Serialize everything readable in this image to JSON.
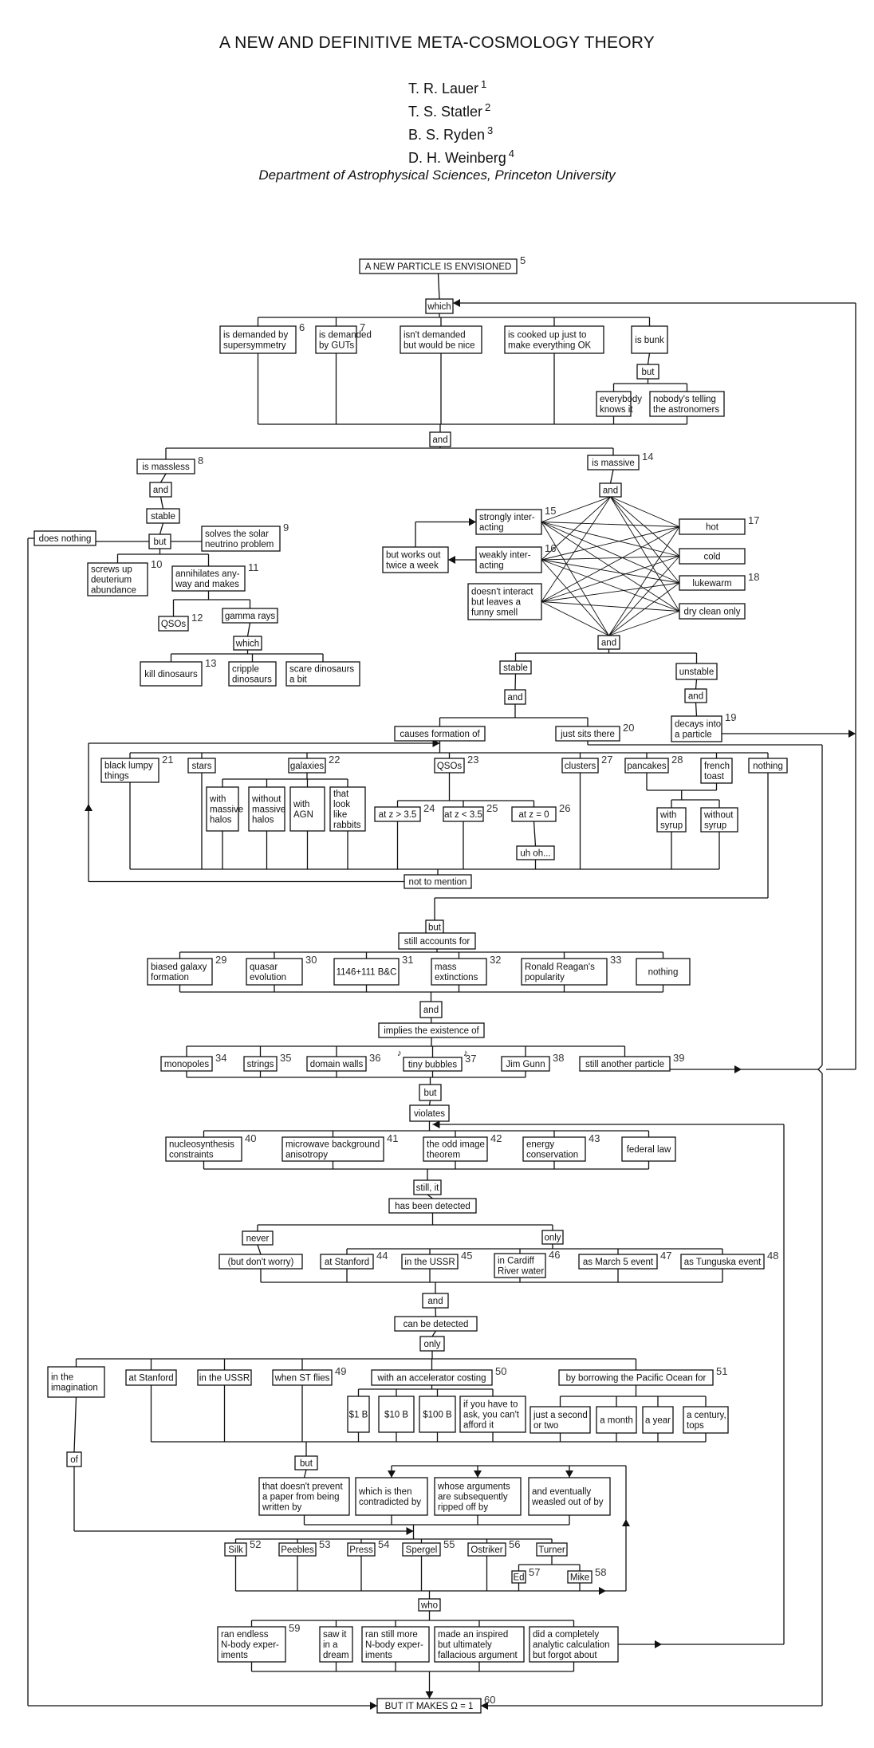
{
  "paper": {
    "title": "A NEW AND DEFINITIVE META-COSMOLOGY THEORY",
    "authors": [
      {
        "name": "T. R. Lauer",
        "mark": "1"
      },
      {
        "name": "T. S. Statler",
        "mark": "2"
      },
      {
        "name": "B. S. Ryden",
        "mark": "3"
      },
      {
        "name": "D. H. Weinberg",
        "mark": "4"
      }
    ],
    "affiliation": "Department of Astrophysical Sciences, Princeton University"
  },
  "nodes": [
    {
      "id": "n5",
      "lines": [
        "A NEW PARTICLE IS ENVISIONED"
      ],
      "note": "5"
    },
    {
      "id": "which1",
      "lines": [
        "which"
      ]
    },
    {
      "id": "n6",
      "lines": [
        "is demanded by",
        "supersymmetry"
      ],
      "note": "6"
    },
    {
      "id": "n7",
      "lines": [
        "is demanded",
        "by GUTs"
      ],
      "note": "7"
    },
    {
      "id": "nice",
      "lines": [
        "isn't demanded",
        "but would be nice"
      ]
    },
    {
      "id": "cooked",
      "lines": [
        "is cooked up just to",
        "make everything OK"
      ]
    },
    {
      "id": "bunk",
      "lines": [
        "is bunk"
      ]
    },
    {
      "id": "but1",
      "lines": [
        "but"
      ]
    },
    {
      "id": "everybody",
      "lines": [
        "everybody",
        "knows it"
      ]
    },
    {
      "id": "nobody",
      "lines": [
        "nobody's telling",
        "the astronomers"
      ]
    },
    {
      "id": "and1",
      "lines": [
        "and"
      ]
    },
    {
      "id": "n8",
      "lines": [
        "is massless"
      ],
      "note": "8"
    },
    {
      "id": "and2",
      "lines": [
        "and"
      ]
    },
    {
      "id": "stable1",
      "lines": [
        "stable"
      ]
    },
    {
      "id": "but2",
      "lines": [
        "but"
      ]
    },
    {
      "id": "nothing1",
      "lines": [
        "does nothing"
      ]
    },
    {
      "id": "n9",
      "lines": [
        "solves the solar",
        "neutrino problem"
      ],
      "note": "9"
    },
    {
      "id": "n10",
      "lines": [
        "screws up",
        "deuterium",
        "abundance"
      ],
      "note": "10"
    },
    {
      "id": "n11",
      "lines": [
        "annihilates any-",
        "way and makes"
      ],
      "note": "11"
    },
    {
      "id": "n12",
      "lines": [
        "QSOs"
      ],
      "note": "12"
    },
    {
      "id": "gamma",
      "lines": [
        "gamma rays"
      ]
    },
    {
      "id": "which2",
      "lines": [
        "which"
      ]
    },
    {
      "id": "n13",
      "lines": [
        "kill dinosaurs"
      ],
      "note": "13"
    },
    {
      "id": "cripple",
      "lines": [
        "cripple",
        "dinosaurs"
      ]
    },
    {
      "id": "scare",
      "lines": [
        "scare dinosaurs",
        "a bit"
      ]
    },
    {
      "id": "n14",
      "lines": [
        "is massive"
      ],
      "note": "14"
    },
    {
      "id": "and3",
      "lines": [
        "and"
      ]
    },
    {
      "id": "n15",
      "lines": [
        "strongly inter-",
        "acting"
      ],
      "note": "15"
    },
    {
      "id": "n16",
      "lines": [
        "weakly inter-",
        "acting"
      ],
      "note": "16"
    },
    {
      "id": "smell",
      "lines": [
        "doesn't interact",
        "but leaves a",
        "funny smell"
      ]
    },
    {
      "id": "workout",
      "lines": [
        "but works out",
        "twice a week"
      ]
    },
    {
      "id": "n17",
      "lines": [
        "hot"
      ],
      "note": "17"
    },
    {
      "id": "cold",
      "lines": [
        "cold"
      ]
    },
    {
      "id": "n18",
      "lines": [
        "lukewarm"
      ],
      "note": "18"
    },
    {
      "id": "dry",
      "lines": [
        "dry clean only"
      ]
    },
    {
      "id": "and4",
      "lines": [
        "and"
      ]
    },
    {
      "id": "stable2",
      "lines": [
        "stable"
      ]
    },
    {
      "id": "unstable",
      "lines": [
        "unstable"
      ]
    },
    {
      "id": "and5",
      "lines": [
        "and"
      ]
    },
    {
      "id": "and6",
      "lines": [
        "and"
      ]
    },
    {
      "id": "n19",
      "lines": [
        "decays into",
        "a particle"
      ],
      "note": "19"
    },
    {
      "id": "causes",
      "lines": [
        "causes formation of"
      ]
    },
    {
      "id": "n20",
      "lines": [
        "just sits there"
      ],
      "note": "20"
    },
    {
      "id": "n21",
      "lines": [
        "black lumpy",
        "things"
      ],
      "note": "21"
    },
    {
      "id": "stars",
      "lines": [
        "stars"
      ]
    },
    {
      "id": "n22",
      "lines": [
        "galaxies"
      ],
      "note": "22"
    },
    {
      "id": "halos",
      "lines": [
        "with",
        "massive",
        "halos"
      ]
    },
    {
      "id": "nohalos",
      "lines": [
        "without",
        "massive",
        "halos"
      ]
    },
    {
      "id": "agn",
      "lines": [
        "with",
        "AGN"
      ]
    },
    {
      "id": "rabbits",
      "lines": [
        "that",
        "look",
        "like",
        "rabbits"
      ]
    },
    {
      "id": "n23",
      "lines": [
        "QSOs"
      ],
      "note": "23"
    },
    {
      "id": "n24",
      "lines": [
        "at z > 3.5"
      ],
      "note": "24"
    },
    {
      "id": "n25",
      "lines": [
        "at z < 3.5"
      ],
      "note": "25"
    },
    {
      "id": "n26",
      "lines": [
        "at z = 0"
      ],
      "note": "26"
    },
    {
      "id": "uhoh",
      "lines": [
        "uh oh..."
      ]
    },
    {
      "id": "n27",
      "lines": [
        "clusters"
      ],
      "note": "27"
    },
    {
      "id": "n28",
      "lines": [
        "pancakes"
      ],
      "note": "28"
    },
    {
      "id": "toast",
      "lines": [
        "french",
        "toast"
      ]
    },
    {
      "id": "syrup",
      "lines": [
        "with",
        "syrup"
      ]
    },
    {
      "id": "nosyrup",
      "lines": [
        "without",
        "syrup"
      ]
    },
    {
      "id": "nothing2",
      "lines": [
        "nothing"
      ]
    },
    {
      "id": "mention",
      "lines": [
        "not to mention"
      ]
    },
    {
      "id": "but3",
      "lines": [
        "but"
      ]
    },
    {
      "id": "accounts",
      "lines": [
        "still accounts for"
      ]
    },
    {
      "id": "n29",
      "lines": [
        "biased galaxy",
        "formation"
      ],
      "note": "29"
    },
    {
      "id": "n30",
      "lines": [
        "quasar",
        "evolution"
      ],
      "note": "30"
    },
    {
      "id": "n31",
      "lines": [
        "1146+111 B&C"
      ],
      "note": "31"
    },
    {
      "id": "n32",
      "lines": [
        "mass",
        "extinctions"
      ],
      "note": "32"
    },
    {
      "id": "n33",
      "lines": [
        "Ronald Reagan's",
        "popularity"
      ],
      "note": "33"
    },
    {
      "id": "nothing3",
      "lines": [
        "nothing"
      ]
    },
    {
      "id": "and7",
      "lines": [
        "and"
      ]
    },
    {
      "id": "implies",
      "lines": [
        "implies the existence of"
      ]
    },
    {
      "id": "n34",
      "lines": [
        "monopoles"
      ],
      "note": "34"
    },
    {
      "id": "n35",
      "lines": [
        "strings"
      ],
      "note": "35"
    },
    {
      "id": "n36",
      "lines": [
        "domain walls"
      ],
      "note": "36"
    },
    {
      "id": "n37",
      "lines": [
        "tiny bubbles"
      ],
      "note": "37"
    },
    {
      "id": "n38",
      "lines": [
        "Jim Gunn"
      ],
      "note": "38"
    },
    {
      "id": "n39",
      "lines": [
        "still another particle"
      ],
      "note": "39"
    },
    {
      "id": "but4",
      "lines": [
        "but"
      ]
    },
    {
      "id": "violates",
      "lines": [
        "violates"
      ]
    },
    {
      "id": "n40",
      "lines": [
        "nucleosynthesis",
        "constraints"
      ],
      "note": "40"
    },
    {
      "id": "n41",
      "lines": [
        "microwave background",
        "anisotropy"
      ],
      "note": "41"
    },
    {
      "id": "n42",
      "lines": [
        "the odd image",
        "theorem"
      ],
      "note": "42"
    },
    {
      "id": "n43",
      "lines": [
        "energy",
        "conservation"
      ],
      "note": "43"
    },
    {
      "id": "federal",
      "lines": [
        "federal law"
      ]
    },
    {
      "id": "stillit",
      "lines": [
        "still, it"
      ]
    },
    {
      "id": "detected",
      "lines": [
        "has been detected"
      ]
    },
    {
      "id": "never",
      "lines": [
        "never"
      ]
    },
    {
      "id": "only1",
      "lines": [
        "only"
      ]
    },
    {
      "id": "worry",
      "lines": [
        "(but don't worry)"
      ]
    },
    {
      "id": "n44",
      "lines": [
        "at Stanford"
      ],
      "note": "44"
    },
    {
      "id": "n45",
      "lines": [
        "in the USSR"
      ],
      "note": "45"
    },
    {
      "id": "n46",
      "lines": [
        "in Cardiff",
        "River water"
      ],
      "note": "46"
    },
    {
      "id": "n47",
      "lines": [
        "as March 5 event"
      ],
      "note": "47"
    },
    {
      "id": "n48",
      "lines": [
        "as Tunguska event"
      ],
      "note": "48"
    },
    {
      "id": "and8",
      "lines": [
        "and"
      ]
    },
    {
      "id": "canbe",
      "lines": [
        "can be detected"
      ]
    },
    {
      "id": "only2",
      "lines": [
        "only"
      ]
    },
    {
      "id": "imagination",
      "lines": [
        "in the",
        "imagination"
      ]
    },
    {
      "id": "stanford2",
      "lines": [
        "at Stanford"
      ]
    },
    {
      "id": "ussr2",
      "lines": [
        "in the USSR"
      ]
    },
    {
      "id": "n49",
      "lines": [
        "when ST flies"
      ],
      "note": "49"
    },
    {
      "id": "n50",
      "lines": [
        "with an accelerator costing"
      ],
      "note": "50"
    },
    {
      "id": "b1",
      "lines": [
        "$1 B"
      ]
    },
    {
      "id": "b10",
      "lines": [
        "$10 B"
      ]
    },
    {
      "id": "b100",
      "lines": [
        "$100 B"
      ]
    },
    {
      "id": "ask",
      "lines": [
        "if you have to",
        "ask, you can't",
        "afford it"
      ]
    },
    {
      "id": "n51",
      "lines": [
        "by borrowing the Pacific Ocean for"
      ],
      "note": "51"
    },
    {
      "id": "second",
      "lines": [
        "just a second",
        "or two"
      ]
    },
    {
      "id": "month",
      "lines": [
        "a month"
      ]
    },
    {
      "id": "year",
      "lines": [
        "a year"
      ]
    },
    {
      "id": "century",
      "lines": [
        "a century,",
        "tops"
      ]
    },
    {
      "id": "of",
      "lines": [
        "of"
      ]
    },
    {
      "id": "but5",
      "lines": [
        "but"
      ]
    },
    {
      "id": "prevent",
      "lines": [
        "that doesn't prevent",
        "a paper from being",
        "written by"
      ]
    },
    {
      "id": "contradicted",
      "lines": [
        "which is then",
        "contradicted by"
      ]
    },
    {
      "id": "ripped",
      "lines": [
        "whose arguments",
        "are subsequently",
        "ripped off by"
      ]
    },
    {
      "id": "weasled",
      "lines": [
        "and eventually",
        "weasled out of by"
      ]
    },
    {
      "id": "n52",
      "lines": [
        "Silk"
      ],
      "note": "52"
    },
    {
      "id": "n53",
      "lines": [
        "Peebles"
      ],
      "note": "53"
    },
    {
      "id": "n54",
      "lines": [
        "Press"
      ],
      "note": "54"
    },
    {
      "id": "n55",
      "lines": [
        "Spergel"
      ],
      "note": "55"
    },
    {
      "id": "n56",
      "lines": [
        "Ostriker"
      ],
      "note": "56"
    },
    {
      "id": "turner",
      "lines": [
        "Turner"
      ]
    },
    {
      "id": "n57",
      "lines": [
        "Ed"
      ],
      "note": "57"
    },
    {
      "id": "n58",
      "lines": [
        "Mike"
      ],
      "note": "58"
    },
    {
      "id": "who",
      "lines": [
        "who"
      ]
    },
    {
      "id": "n59",
      "lines": [
        "ran endless",
        "N-body exper-",
        "iments"
      ],
      "note": "59"
    },
    {
      "id": "dream",
      "lines": [
        "saw it",
        "in a",
        "dream"
      ]
    },
    {
      "id": "more",
      "lines": [
        "ran still more",
        "N-body exper-",
        "iments"
      ]
    },
    {
      "id": "fallacious",
      "lines": [
        "made an inspired",
        "but ultimately",
        "fallacious argument"
      ]
    },
    {
      "id": "analytic",
      "lines": [
        "did a completely",
        "analytic calculation",
        "but forgot about"
      ]
    },
    {
      "id": "n60",
      "lines": [
        "BUT IT MAKES Ω = 1"
      ],
      "note": "60"
    }
  ],
  "decorations": {
    "music_note_glyph": "♪"
  }
}
